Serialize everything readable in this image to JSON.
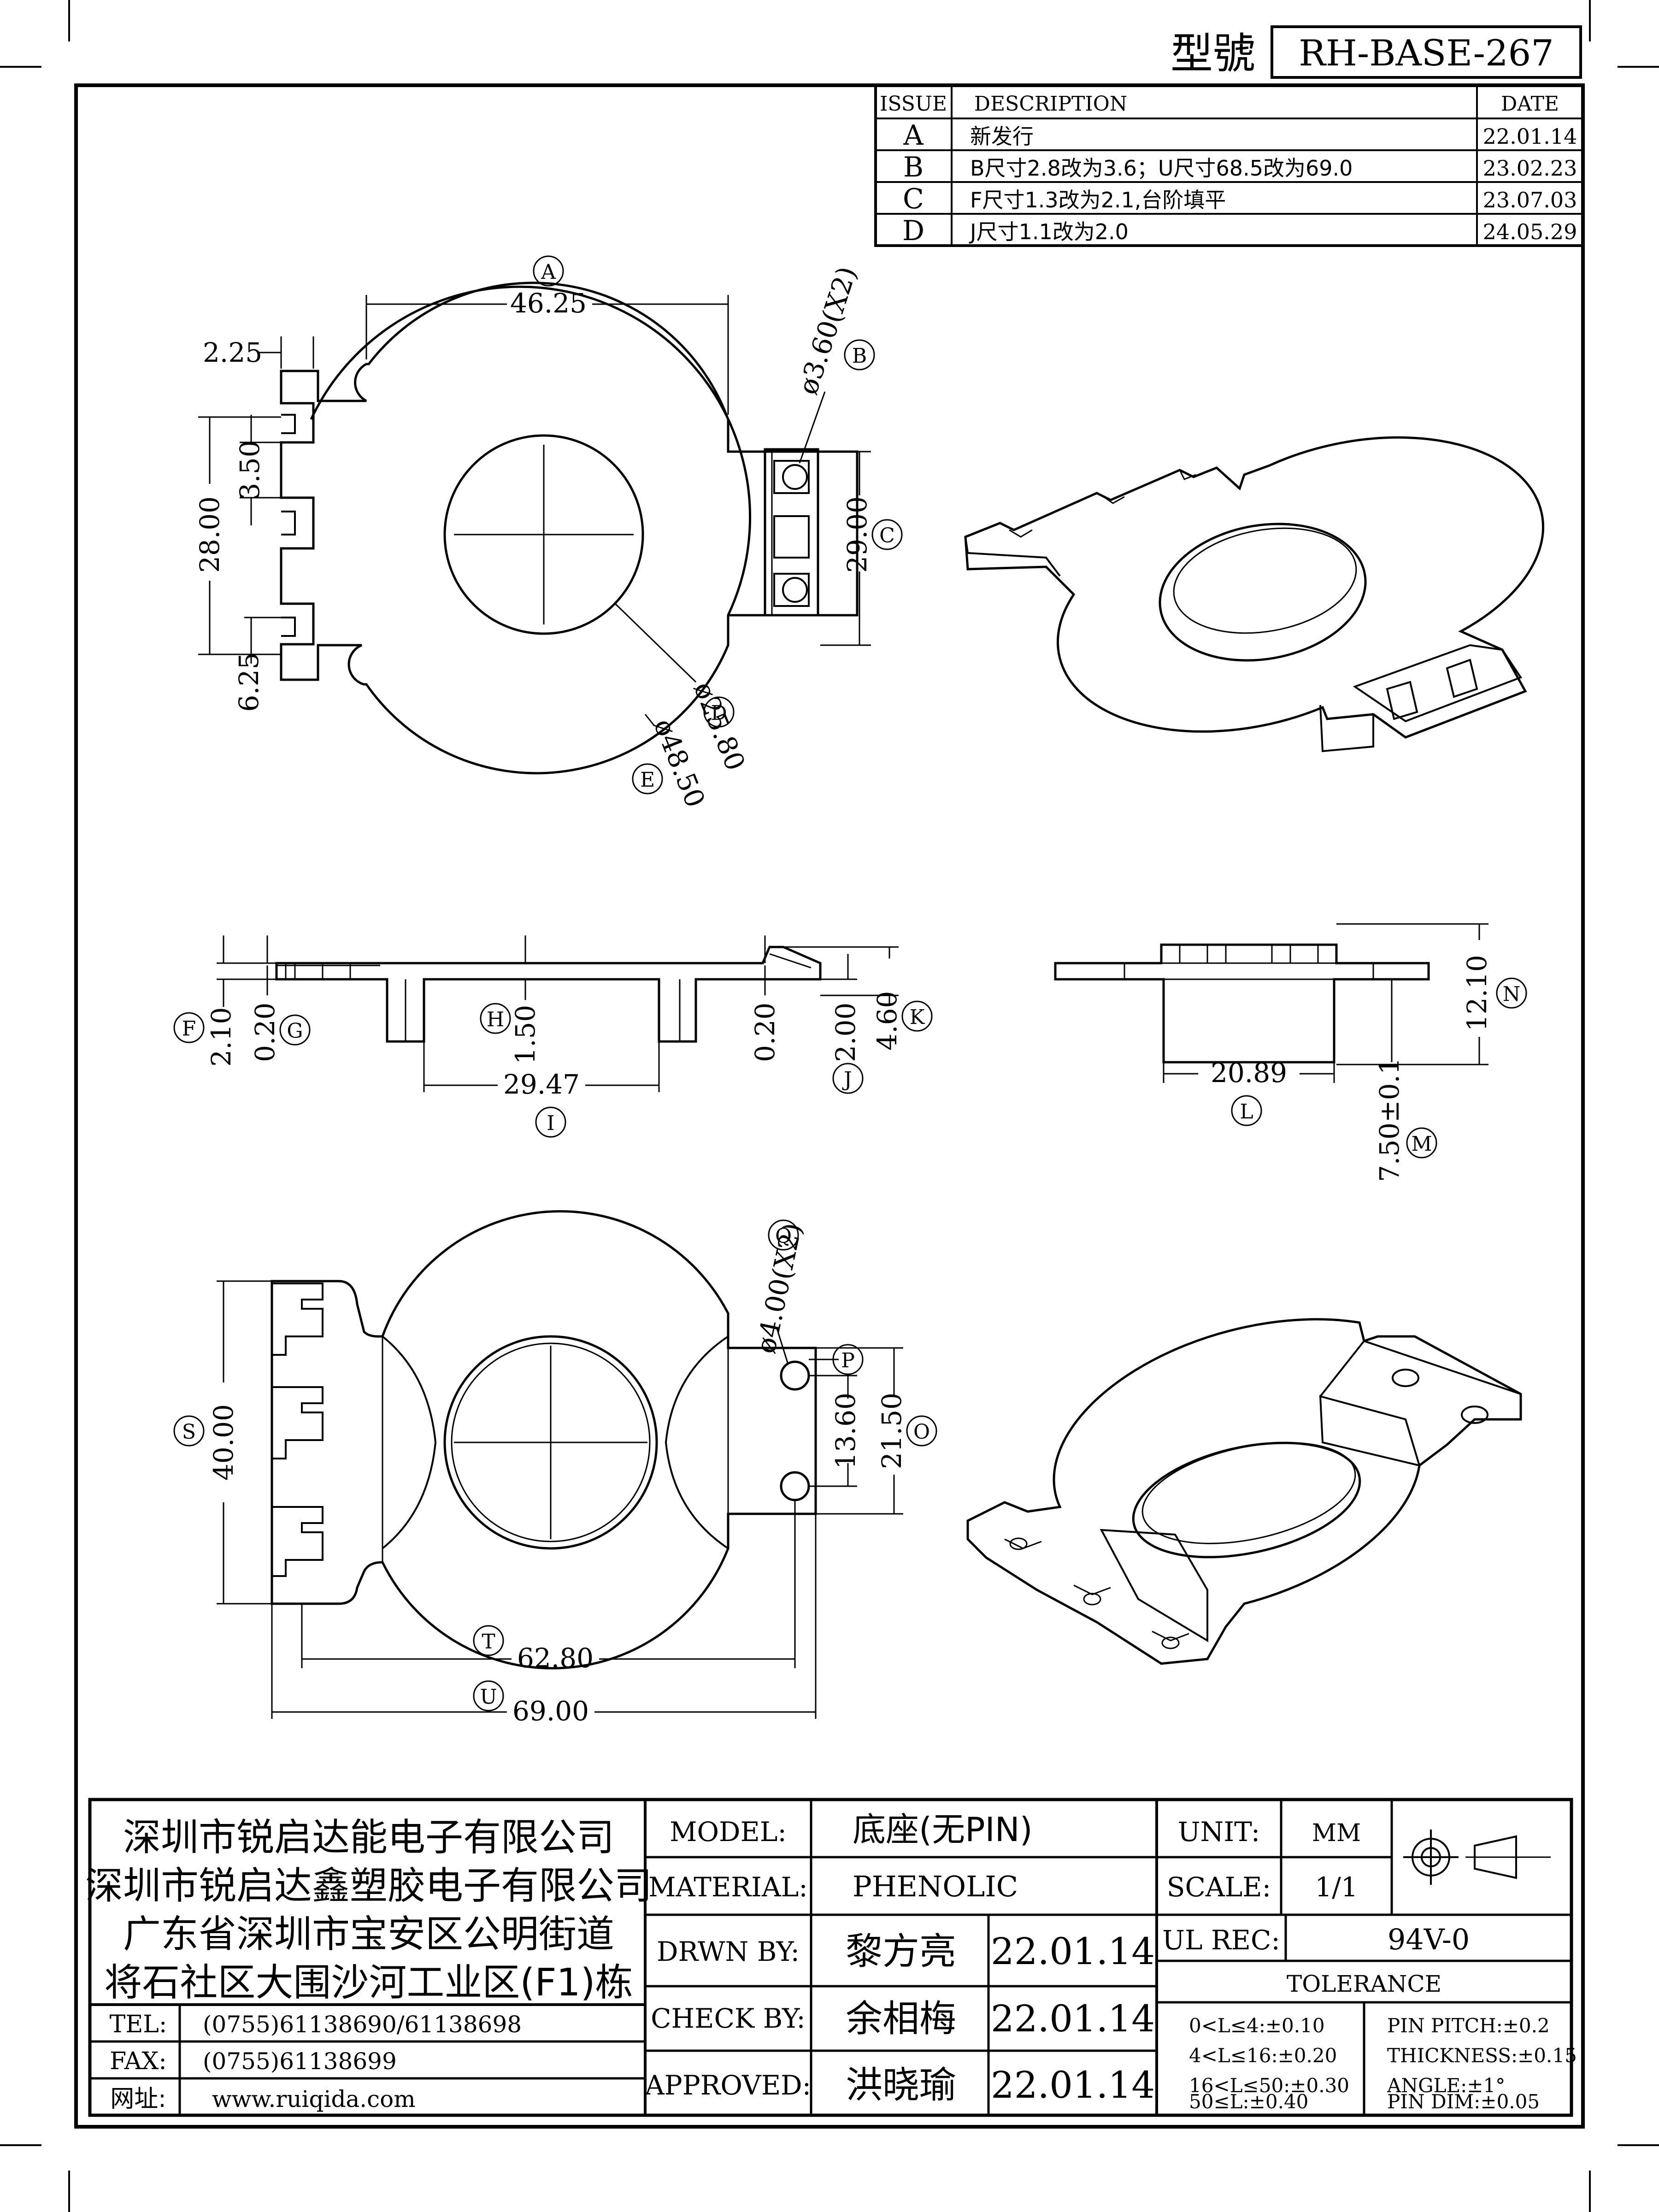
{
  "title_block": {
    "model_no_label": "型號",
    "model_no": "RH-BASE-267"
  },
  "revision_table": {
    "headers": {
      "issue": "ISSUE",
      "description": "DESCRIPTION",
      "date": "DATE"
    },
    "rows": [
      {
        "issue": "A",
        "description": "新发行",
        "date": "22.01.14"
      },
      {
        "issue": "B",
        "description": "B尺寸2.8改为3.6；U尺寸68.5改为69.0",
        "date": "23.02.23"
      },
      {
        "issue": "C",
        "description": "F尺寸1.3改为2.1,台阶填平",
        "date": "23.07.03"
      },
      {
        "issue": "D",
        "description": "J尺寸1.1改为2.0",
        "date": "24.05.29"
      }
    ]
  },
  "dimensions": {
    "A": "46.25",
    "A_tag": "A",
    "B": "ø3.60(X2)",
    "B_tag": "B",
    "C": "29.00",
    "C_tag": "C",
    "D": "ø25.80",
    "D_tag": "D",
    "E": "ø48.50",
    "E_tag": "E",
    "top_225": "2.25",
    "top_350": "3.50",
    "top_2800": "28.00",
    "top_625": "6.25",
    "F": "2.10",
    "F_tag": "F",
    "G": "0.20",
    "G_tag": "G",
    "H": "1.50",
    "H_tag": "H",
    "I": "29.47",
    "I_tag": "I",
    "side_020": "0.20",
    "J": "2.00",
    "J_tag": "J",
    "K": "4.60",
    "K_tag": "K",
    "L": "20.89",
    "L_tag": "L",
    "M": "7.50±0.1",
    "M_tag": "M",
    "N": "12.10",
    "N_tag": "N",
    "Q": "ø4.00(X2)",
    "Q_tag": "Q",
    "P_tag": "P",
    "O": "21.50",
    "O_tag": "O",
    "bot_1360": "13.60",
    "S": "40.00",
    "S_tag": "S",
    "T": "62.80",
    "T_tag": "T",
    "U": "69.00",
    "U_tag": "U"
  },
  "company": {
    "lines": [
      "深圳市锐启达能电子有限公司",
      "深圳市锐启达鑫塑胶电子有限公司",
      "广东省深圳市宝安区公明街道",
      "将石社区大围沙河工业区(F1)栋"
    ],
    "tel_label": "TEL:",
    "tel": "(0755)61138690/61138698",
    "fax_label": "FAX:",
    "fax": "(0755)61138699",
    "web_label": "网址:",
    "web": "www.ruiqida.com"
  },
  "info": {
    "model_label": "MODEL:",
    "model": "底座(无PIN)",
    "material_label": "MATERIAL:",
    "material": "PHENOLIC",
    "drawn_label": "DRWN BY:",
    "drawn": "黎方亮",
    "drawn_date": "22.01.14",
    "check_label": "CHECK BY:",
    "check": "余相梅",
    "check_date": "22.01.14",
    "approved_label": "APPROVED:",
    "approved": "洪晓瑜",
    "approved_date": "22.01.14",
    "unit_label": "UNIT:",
    "unit": "MM",
    "scale_label": "SCALE:",
    "scale": "1/1",
    "ul_label": "UL REC:",
    "ul": "94V-0",
    "tolerance_label": "TOLERANCE",
    "tol_left": [
      "0<L≤4:±0.10",
      "4<L≤16:±0.20",
      "16<L≤50:±0.30",
      "50≤L:±0.40"
    ],
    "tol_right": [
      "PIN PITCH:±0.2",
      "THICKNESS:±0.15",
      "ANGLE:±1°",
      "PIN DIM:±0.05"
    ]
  }
}
